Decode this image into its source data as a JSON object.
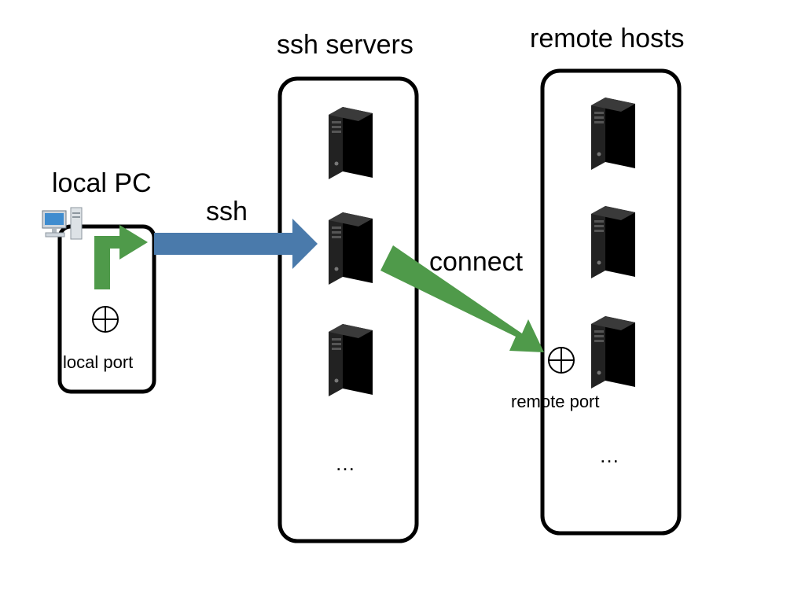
{
  "diagram": {
    "local_pc": {
      "title": "local PC",
      "port_label": "local port",
      "icon": "desktop-computer-icon"
    },
    "ssh_servers": {
      "title": "ssh servers",
      "ellipsis": "…",
      "servers": [
        "server-tower-icon",
        "server-tower-icon",
        "server-tower-icon"
      ]
    },
    "remote_hosts": {
      "title": "remote hosts",
      "ellipsis": "…",
      "port_label": "remote port",
      "servers": [
        "server-tower-icon",
        "server-tower-icon",
        "server-tower-icon"
      ]
    },
    "arrows": {
      "ssh_label": "ssh",
      "connect_label": "connect"
    },
    "colors": {
      "ssh_arrow": "#4a7aab",
      "connect_arrow": "#4f9a4a",
      "box_stroke": "#000000",
      "server_body": "#111111"
    }
  }
}
